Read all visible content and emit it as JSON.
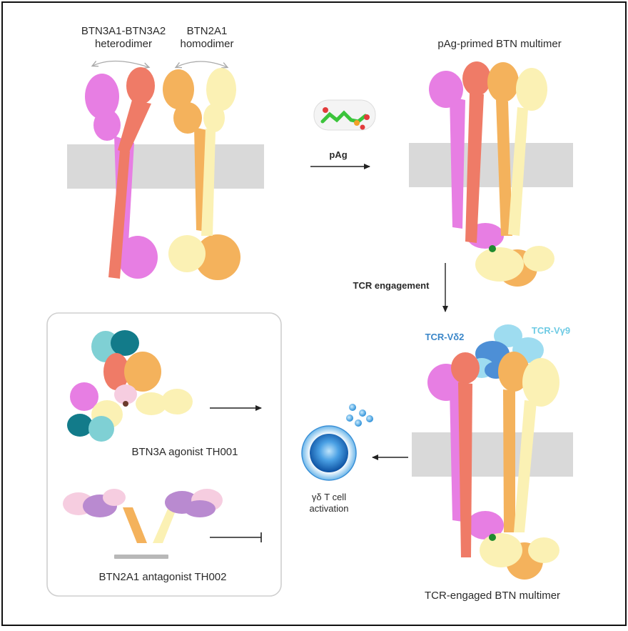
{
  "labels": {
    "heterodimer_line1": "BTN3A1-BTN3A2",
    "heterodimer_line2": "heterodimer",
    "homodimer_line1": "BTN2A1",
    "homodimer_line2": "homodimer",
    "primed_title": "pAg-primed BTN multimer",
    "pag_arrow": "pAg",
    "tcr_engagement": "TCR engagement",
    "tcr_vd2": "TCR-Vδ2",
    "tcr_vg9": "TCR-Vγ9",
    "engaged_title": "TCR-engaged BTN multimer",
    "agonist": "BTN3A agonist TH001",
    "antagonist": "BTN2A1 antagonist TH002",
    "activation_line1": "γδ T cell",
    "activation_line2": "activation"
  },
  "colors": {
    "btn3a1_pink": "#e77ee3",
    "btn3a2_salmon": "#ef7b67",
    "btn2a1_orange": "#f4b25c",
    "btn2a1_cream": "#fbf1b4",
    "membrane_gray": "#d9d9d9",
    "tcr_vd2_blue": "#4d8fd6",
    "tcr_vg9_cyan": "#9edcf0",
    "antibody_teal": "#127b8a",
    "antibody_lightteal": "#7fd0d4",
    "antibody_lilac": "#b98ad0",
    "antibody_pink_light": "#f6cde0"
  }
}
